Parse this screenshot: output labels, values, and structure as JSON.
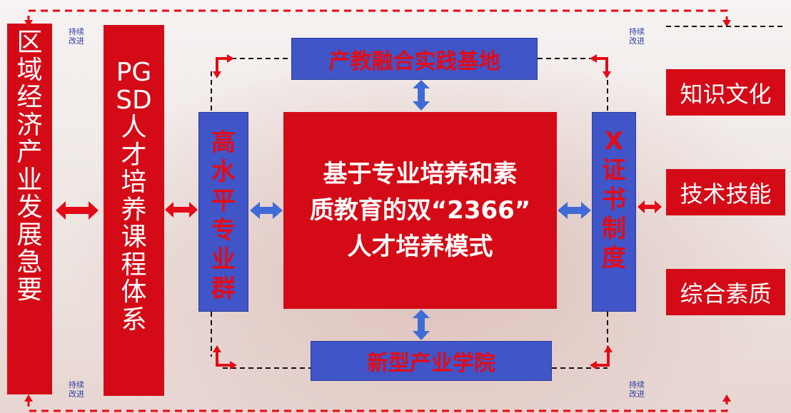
{
  "left_column": "区域经济产业发展急要",
  "curriculum_column": "PGSD人才培养课程体系",
  "curriculum_lines": [
    "PG",
    "SD",
    "人",
    "才",
    "培",
    "养",
    "课",
    "程",
    "体",
    "系"
  ],
  "top_platform": "产教融合实践基地",
  "bottom_platform": "新型产业学院",
  "left_blue_column": "高水平专业群",
  "right_blue_column": "X证书制度",
  "center": {
    "lines": [
      "基于专业培养和素",
      "质教育的双“2366”",
      "人才培养模式"
    ]
  },
  "outcomes": [
    "知识文化",
    "技术技能",
    "综合素质"
  ],
  "improvement_note": [
    "持续",
    "改进"
  ],
  "colors": {
    "red": "#d40b17",
    "blue": "#3f55c8",
    "title_red": "#e30b17",
    "note_blue": "#2a3ea6"
  }
}
